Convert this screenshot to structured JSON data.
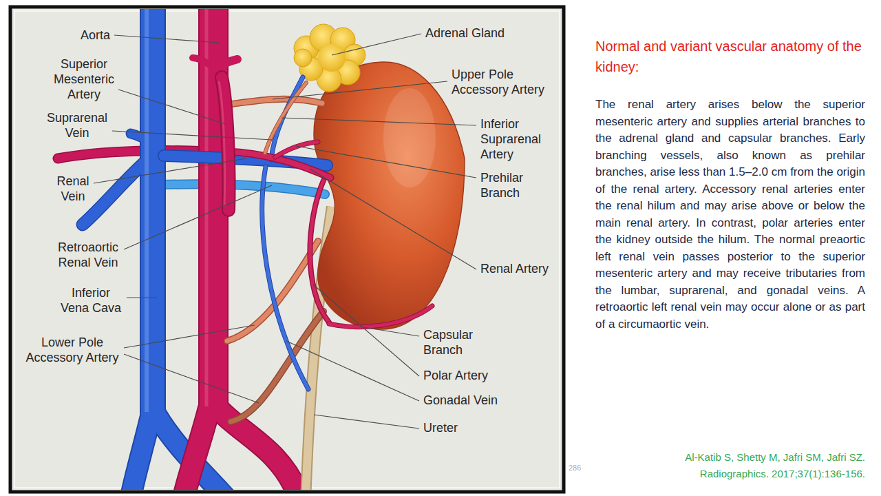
{
  "diagram": {
    "title": "Normal and variant vascular anatomy of the kidney:",
    "labels": [
      "Aorta",
      "Superior Mesenteric Artery",
      "Suprarenal Vein",
      "Renal Vein",
      "Retroaortic Renal Vein",
      "Inferior Vena Cava",
      "Lower Pole Accessory Artery",
      "Adrenal Gland",
      "Upper Pole Accessory Artery",
      "Inferior Suprarenal Artery",
      "Prehilar Branch",
      "Renal Artery",
      "Capsular Branch",
      "Polar Artery",
      "Gonadal Vein",
      "Ureter",
      "The renal artery arises below the superior mesenteric artery and supplies arterial branches to the adrenal gland and capsular branches. Early branching vessels, also known as prehilar branches, arise less than 1.5–2.0 cm from the origin of the renal artery. Accessory renal arteries enter the renal hilum and may arise above or below the main renal artery. In contrast, polar arteries enter the kidney outside the hilum. The normal preaortic left renal vein passes posterior to the superior mesenteric artery and may receive tributaries from the lumbar, suprarenal, and gonadal veins. A retroaortic left renal vein may occur alone or as part of a circumaortic vein.",
      "Al-Katib S, Shetty M, Jafri SM, Jafri SZ. Radiographics. 2017;37(1):136-156.",
      "286"
    ]
  }
}
